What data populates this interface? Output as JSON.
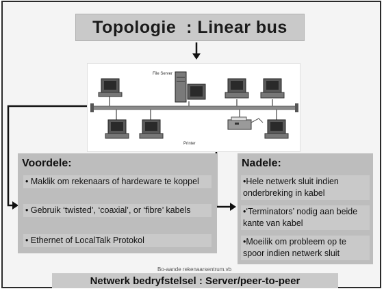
{
  "title": {
    "left": "Topologie",
    "separator": ":",
    "right": "Linear bus"
  },
  "diagram": {
    "file_server_label": "File Server",
    "printer_label": "Printer"
  },
  "voordele": {
    "heading": "Voordele:",
    "items": [
      "• Maklik om rekenaars of hardeware te koppel",
      "• Gebruik ‘twisted’, ‘coaxial’, or ‘fibre’ kabels",
      "• Ethernet of LocalTalk Protokol"
    ]
  },
  "nadele": {
    "heading": "Nadele:",
    "items": [
      "•Hele netwerk sluit indien onderbreking in kabel",
      "•‘Terminators’ nodig aan beide kante van kabel",
      "•Moeilik om probleem op te spoor indien netwerk sluit"
    ]
  },
  "footer_note": "Bo-aande rekenaarsentrum.vb",
  "bottom": "Netwerk bedryfstelsel : Server/peer-to-peer"
}
